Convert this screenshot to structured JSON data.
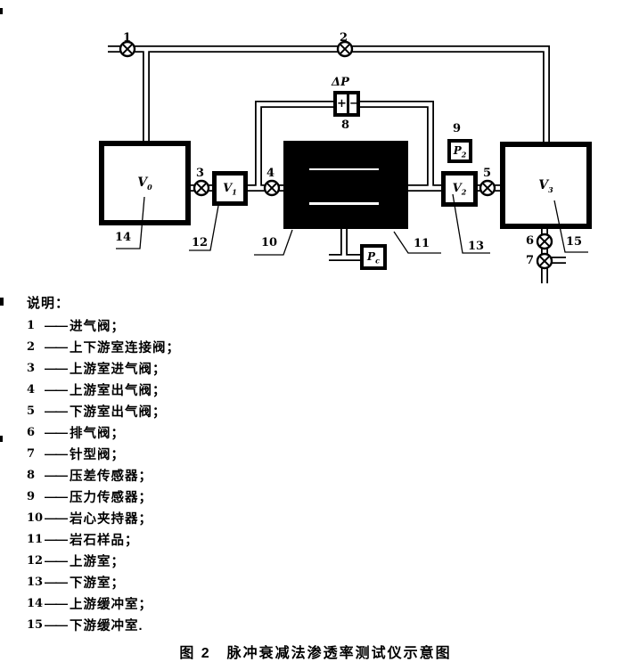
{
  "diagram": {
    "markers": {
      "m1": "1",
      "m2": "2",
      "m3": "3",
      "m4": "4",
      "m5": "5",
      "m6": "6",
      "m7": "7",
      "m8": "8",
      "m9": "9",
      "m10": "10",
      "m11": "11",
      "m12": "12",
      "m13": "13",
      "m14": "14",
      "m15": "15"
    },
    "dp_label": "ΔP",
    "dp_plus": "+",
    "dp_minus": "−",
    "chambers": {
      "v0": {
        "main": "V",
        "sub": "0"
      },
      "v1": {
        "main": "V",
        "sub": "1"
      },
      "v2": {
        "main": "V",
        "sub": "2"
      },
      "v3": {
        "main": "V",
        "sub": "3"
      },
      "p2": {
        "main": "P",
        "sub": "2"
      },
      "pc": {
        "main": "P",
        "sub": "c"
      }
    }
  },
  "legend": {
    "title": "说明：",
    "dash": "——",
    "items": [
      {
        "num": "1",
        "label": "进气阀；"
      },
      {
        "num": "2",
        "label": "上下游室连接阀；"
      },
      {
        "num": "3",
        "label": "上游室进气阀；"
      },
      {
        "num": "4",
        "label": "上游室出气阀；"
      },
      {
        "num": "5",
        "label": "下游室出气阀；"
      },
      {
        "num": "6",
        "label": "排气阀；"
      },
      {
        "num": "7",
        "label": "针型阀；"
      },
      {
        "num": "8",
        "label": "压差传感器；"
      },
      {
        "num": "9",
        "label": "压力传感器；"
      },
      {
        "num": "10",
        "label": "岩心夹持器；"
      },
      {
        "num": "11",
        "label": "岩石样品；"
      },
      {
        "num": "12",
        "label": "上游室；"
      },
      {
        "num": "13",
        "label": "下游室；"
      },
      {
        "num": "14",
        "label": "上游缓冲室；"
      },
      {
        "num": "15",
        "label": "下游缓冲室."
      }
    ]
  },
  "caption": "图 2　脉冲衰减法渗透率测试仪示意图"
}
